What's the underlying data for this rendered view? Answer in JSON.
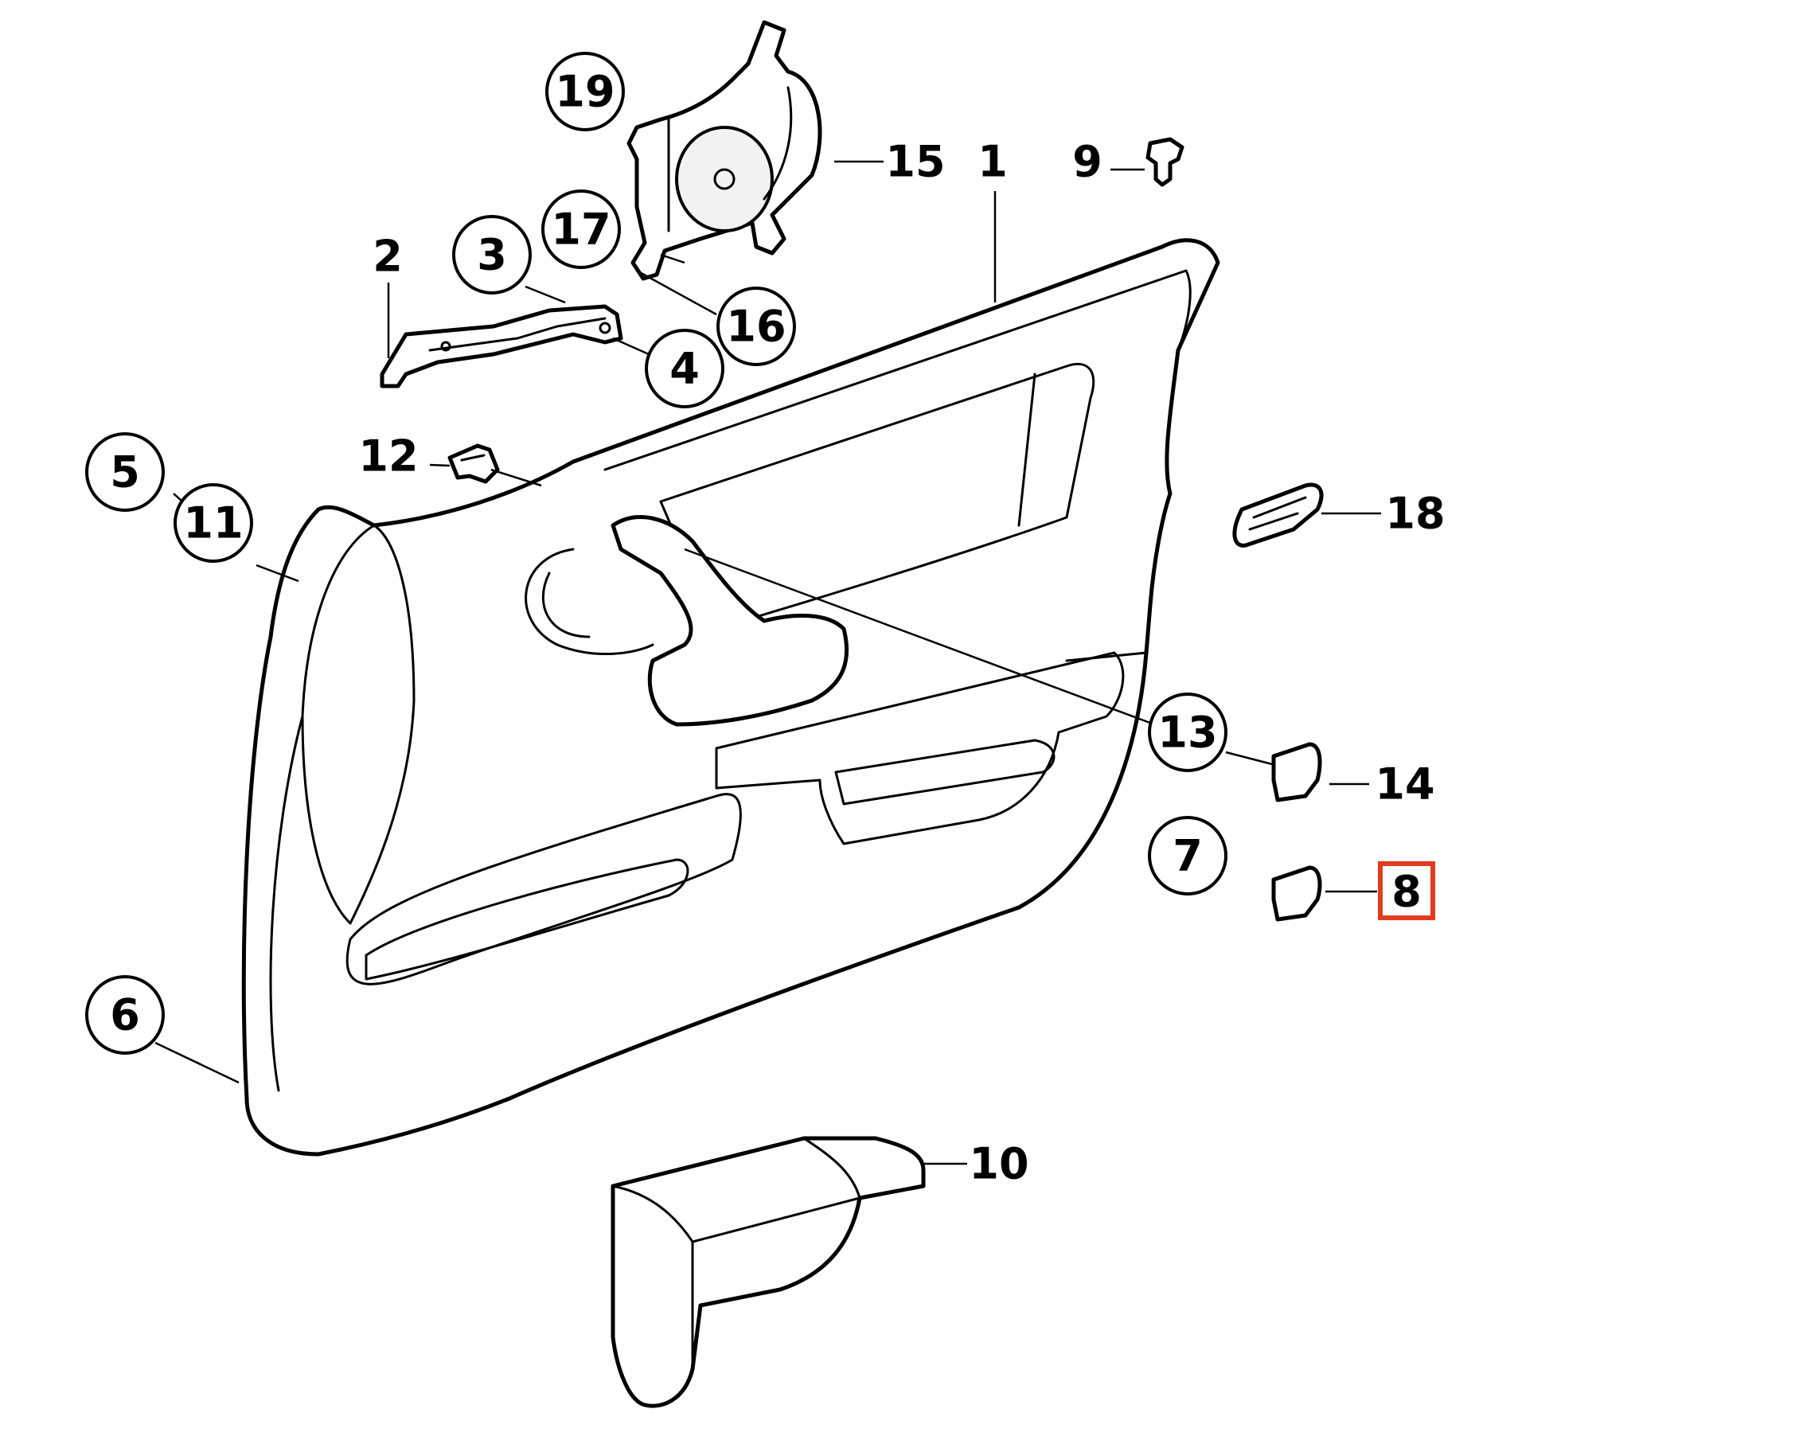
{
  "callouts": {
    "c1": "1",
    "c2": "2",
    "c3": "3",
    "c4": "4",
    "c5": "5",
    "c6": "6",
    "c7": "7",
    "c8": "8",
    "c9": "9",
    "c10": "10",
    "c11": "11",
    "c12": "12",
    "c13": "13",
    "c14": "14",
    "c15": "15",
    "c16": "16",
    "c17": "17",
    "c18": "18",
    "c19": "19"
  },
  "highlight": {
    "label": "8",
    "color": "#e23b1f"
  }
}
